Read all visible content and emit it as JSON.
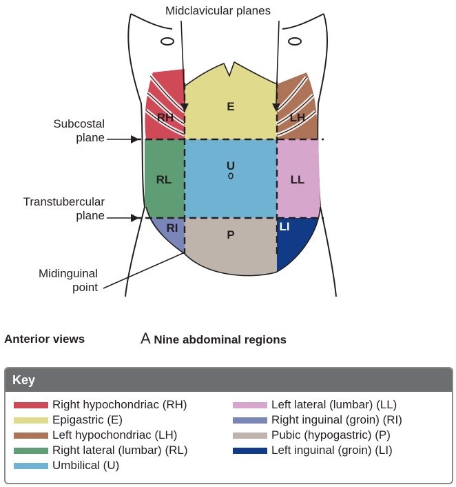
{
  "labels": {
    "midclavicular": "Midclavicular planes",
    "subcostal_1": "Subcostal",
    "subcostal_2": "plane",
    "transtubercular_1": "Transtubercular",
    "transtubercular_2": "plane",
    "midinguinal_1": "Midinguinal",
    "midinguinal_2": "point"
  },
  "region_codes": {
    "RH": "RH",
    "E": "E",
    "LH": "LH",
    "RL": "RL",
    "U": "U",
    "LL": "LL",
    "RI": "RI",
    "P": "P",
    "LI": "LI"
  },
  "captions": {
    "anterior": "Anterior views",
    "figure_letter": "A",
    "title": "Nine abdominal regions"
  },
  "key": {
    "title": "Key",
    "items": [
      {
        "label": "Right hypochondriac (RH)",
        "color": "#cf4a56"
      },
      {
        "label": "Epigastric (E)",
        "color": "#e0da8c"
      },
      {
        "label": "Left hypochondriac (LH)",
        "color": "#ad7457"
      },
      {
        "label": "Right lateral (lumbar) (RL)",
        "color": "#5f9e74"
      },
      {
        "label": "Umbilical (U)",
        "color": "#6fb2d2"
      },
      {
        "label": "Left lateral (lumbar) (LL)",
        "color": "#d7a6cc"
      },
      {
        "label": "Right inguinal (groin) (RI)",
        "color": "#7a86b8"
      },
      {
        "label": "Pubic (hypogastric) (P)",
        "color": "#bfb4ab"
      },
      {
        "label": "Left inguinal (groin) (LI)",
        "color": "#113b86"
      }
    ]
  }
}
